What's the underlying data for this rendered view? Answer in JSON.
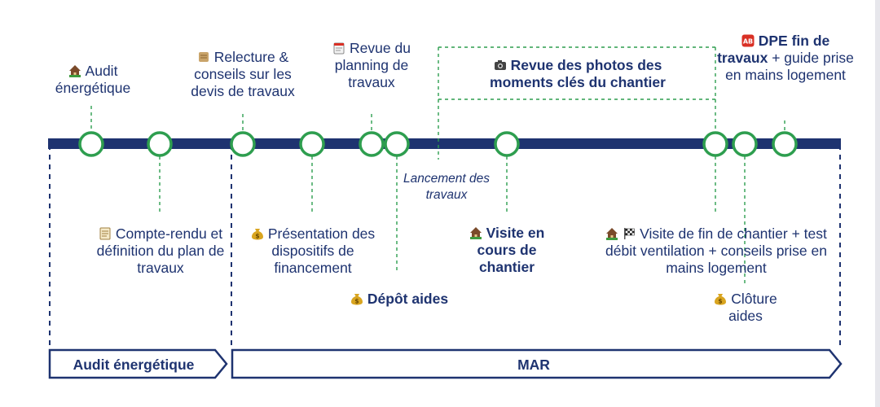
{
  "colors": {
    "navy": "#1e3370",
    "green": "#2e9e4f",
    "accent_red": "#d93025"
  },
  "labels": {
    "audit": {
      "icon": "house-icon",
      "text": "Audit énergétique"
    },
    "relecture": {
      "icon": "scroll-icon",
      "text": "Relecture & conseils sur les devis de travaux"
    },
    "revue_planning": {
      "icon": "notepad-icon",
      "text": "Revue du planning de travaux"
    },
    "revue_photos": {
      "icon": "camera-icon",
      "text": "Revue des photos des moments clés du chantier"
    },
    "dpe": {
      "icon": "ab-badge-icon",
      "bold": "DPE fin de travaux",
      "text": " + guide prise en mains logement"
    },
    "compte_rendu": {
      "icon": "memo-icon",
      "text": "Compte-rendu et définition du plan de travaux"
    },
    "presentation": {
      "icon": "money-bag-icon",
      "text": "Présentation des dispositifs de financement"
    },
    "lancement": {
      "text": "Lancement des travaux"
    },
    "visite_cours": {
      "icon": "house-icon",
      "text": "Visite en cours de chantier"
    },
    "visite_fin": {
      "icons": [
        "house-icon",
        "checkered-flag-icon"
      ],
      "text": "Visite de fin de chantier + test débit ventilation + conseils prise en mains logement"
    },
    "depot": {
      "icon": "money-bag-icon",
      "text": "Dépôt aides"
    },
    "cloture": {
      "icon": "money-bag-icon",
      "text": "Clôture aides"
    }
  },
  "phases": {
    "audit": "Audit énergétique",
    "mar": "MAR"
  }
}
